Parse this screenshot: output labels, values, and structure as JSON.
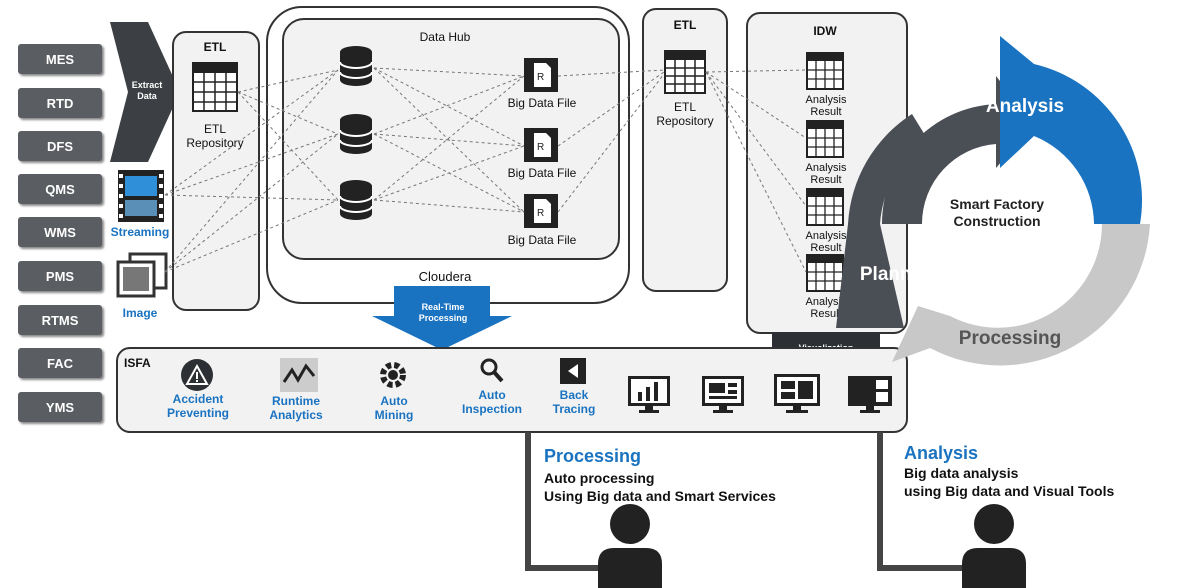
{
  "sources": [
    "MES",
    "RTD",
    "DFS",
    "QMS",
    "WMS",
    "PMS",
    "RTMS",
    "FAC",
    "YMS"
  ],
  "extract_label": [
    "Extract",
    "Data"
  ],
  "streaming_label": "Streaming",
  "image_label": "Image",
  "etl_left": {
    "title": "ETL",
    "repo": [
      "ETL",
      "Repository"
    ]
  },
  "datahub": {
    "title": "Data Hub",
    "footer": "Cloudera",
    "file_label": "Big Data File"
  },
  "etl_right": {
    "title": "ETL",
    "repo": [
      "ETL",
      "Repository"
    ]
  },
  "idw": {
    "title": "IDW",
    "result_label": [
      "Analysis",
      "Result"
    ]
  },
  "realtime": [
    "Real-Time",
    "Processing"
  ],
  "visualization": "Visualization",
  "isfa": {
    "title": "ISFA",
    "services": [
      {
        "label": [
          "Accident",
          "Preventing"
        ]
      },
      {
        "label": [
          "Runtime",
          "Analytics"
        ]
      },
      {
        "label": [
          "Auto",
          "Mining"
        ]
      },
      {
        "label": [
          "Auto",
          "Inspection"
        ]
      },
      {
        "label": [
          "Back",
          "Tracing"
        ]
      }
    ]
  },
  "cycle": {
    "analysis": "Analysis",
    "planning": "Planning",
    "processing": "Processing",
    "center": [
      "Smart Factory",
      "Construction"
    ]
  },
  "processing_note": {
    "title": "Processing",
    "lines": [
      "Auto processing",
      "Using Big data and Smart Services"
    ]
  },
  "analysis_note": {
    "title": "Analysis",
    "lines": [
      "Big data analysis",
      "using Big data and Visual Tools"
    ]
  },
  "colors": {
    "blue": "#1a73c0",
    "dark": "#4a4e55",
    "gray": "#c8c8c8"
  }
}
